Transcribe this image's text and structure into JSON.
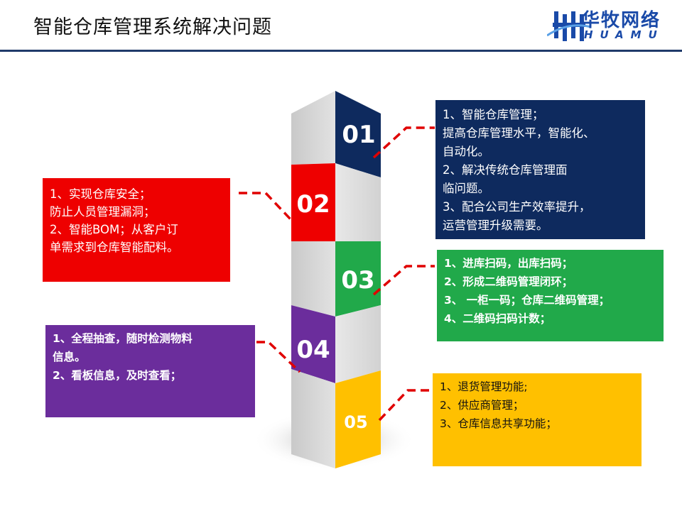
{
  "header": {
    "title": "智能仓库管理系统解决问题",
    "logo_cn": "华牧网络",
    "logo_en": "HUAMU"
  },
  "colors": {
    "navy": "#0e2a5e",
    "red": "#ee0000",
    "green": "#21a94a",
    "purple": "#6b2d9c",
    "yellow": "#ffc000",
    "connector": "#e00000",
    "brand_blue": "#1a4aa8"
  },
  "steps": [
    {
      "number": "01",
      "lines": [
        "1、智能仓库管理；",
        "提高仓库管理水平，智能化、",
        "自动化。",
        "2、解决传统仓库管理面",
        "临问题。",
        "3、配合公司生产效率提升，",
        "运营管理升级需要。"
      ]
    },
    {
      "number": "02",
      "lines": [
        "1、实现仓库安全；",
        "防止人员管理漏洞；",
        "2、智能BOM；从客户订",
        "单需求到仓库智能配料。"
      ]
    },
    {
      "number": "03",
      "lines": [
        "1、进库扫码，出库扫码；",
        "2、形成二维码管理闭环；",
        "3、 一柜一码；仓库二维码管理；",
        "4、二维码扫码计数；"
      ]
    },
    {
      "number": "04",
      "lines": [
        "1、全程抽查，随时检测物料",
        "信息。",
        "2、看板信息，及时查看；"
      ]
    },
    {
      "number": "05",
      "lines": [
        "1、退货管理功能;",
        "2、供应商管理；",
        "3、仓库信息共享功能；"
      ]
    }
  ]
}
